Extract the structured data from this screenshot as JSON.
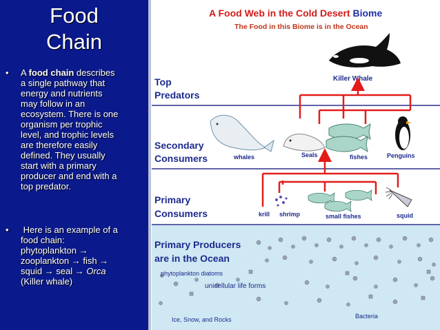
{
  "slide": {
    "title_line1": "Food",
    "title_line2": "Chain",
    "bullet1": {
      "prefix": "A ",
      "bold": "food chain",
      "rest_lines": [
        "describes",
        "a single pathway that",
        "energy and nutrients",
        "may follow in an",
        "ecosystem. There is one",
        "organism per trophic",
        "level, and trophic levels",
        "are therefore easily",
        "defined. They usually",
        "start with a primary",
        "producer and end with a",
        "top predator."
      ]
    },
    "bullet2": {
      "lines": [
        " Here is an example of a",
        "food chain:",
        "phytoplankton →",
        "zooplankton → fish →",
        "squid → seal → "
      ],
      "italic": "Orca",
      "last_line": "(Killer whale)"
    },
    "bullet_symbol": "•"
  },
  "diagram": {
    "title_part1": "A Food Web in the Cold Desert ",
    "title_part2": "Biome",
    "subtitle": "The Food in this Biome is in the Ocean",
    "levels": {
      "top": [
        "Top",
        "Predators"
      ],
      "secondary": [
        "Secondary",
        "Consumers"
      ],
      "primary": [
        "Primary",
        "Consumers"
      ],
      "producers": [
        "Primary Producers",
        "are in the Ocean"
      ]
    },
    "organisms": {
      "killer_whale": "Killer Whale",
      "whales": "whales",
      "seals": "Seals",
      "fishes": "fishes",
      "penguins": "Penguins",
      "krill": "krill",
      "shrimp": "shrimp",
      "small_fishes": "small fishes",
      "squid": "squid",
      "phytoplankton": "phytoplankton diatoms",
      "unicellular": "unicellular life forms",
      "ice": "Ice, Snow, and Rocks",
      "bacteria": "Bacteria"
    },
    "colors": {
      "arrow": "#e31b1b",
      "title_red": "#d21a1a",
      "title_blue": "#1f2fa8",
      "subtitle": "#c0341a",
      "level_text": "#1c2a8c",
      "ocean": "#cfe8f3",
      "divider": "#2b2f8a"
    }
  }
}
